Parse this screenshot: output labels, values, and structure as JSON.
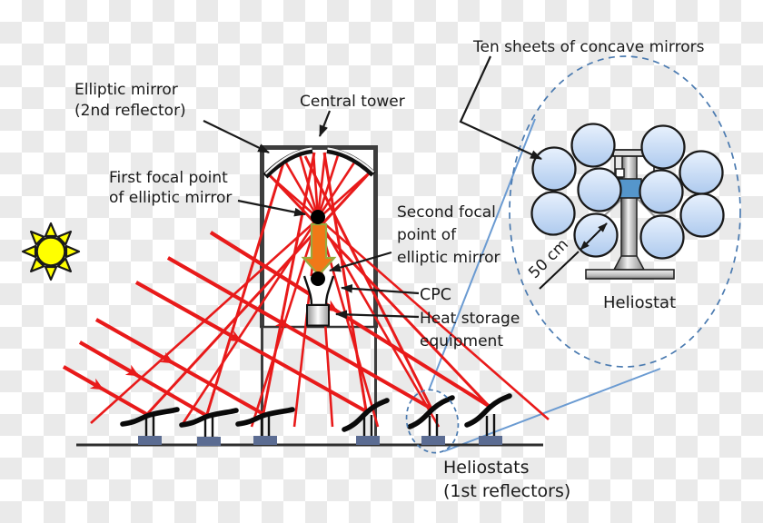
{
  "diagram": {
    "title_hint": "Beam-down solar concentrator schematic",
    "labels": {
      "ten_sheets": "Ten sheets of concave mirrors",
      "elliptic_mirror": [
        "Elliptic mirror",
        "(2nd reflector)"
      ],
      "central_tower": "Central tower",
      "first_focal": [
        "First focal point",
        "of elliptic mirror"
      ],
      "second_focal": [
        "Second focal",
        "point of",
        "elliptic mirror"
      ],
      "cpc": "CPC",
      "heat_storage": [
        "Heat storage",
        "equipment"
      ],
      "heliostat_inset": "Heliostat",
      "dimension": "50 cm",
      "heliostats": [
        "Heliostats",
        "(1st reflectors)"
      ]
    },
    "counts": {
      "concave_mirror_sheets": 10,
      "ground_heliostats": 6
    },
    "colors": {
      "ray_red": "#e81a1a",
      "flux_arrow_orange": "#f07818",
      "flux_arrow_outline": "#97a93e",
      "mirror_sheet_blue_light": "#e3eefc",
      "mirror_sheet_blue": "#b4cef1",
      "mount_blue_band": "#5596cb",
      "zoom_link_blue": "#6b9bd2",
      "dashed_circle_blue": "#4a7ab0",
      "sun_yellow": "#ffff00",
      "heliostat_base_slate": "#5b6c92",
      "structure_gray": "#3d3d3d",
      "checker_gray": "#eaeaea"
    }
  }
}
